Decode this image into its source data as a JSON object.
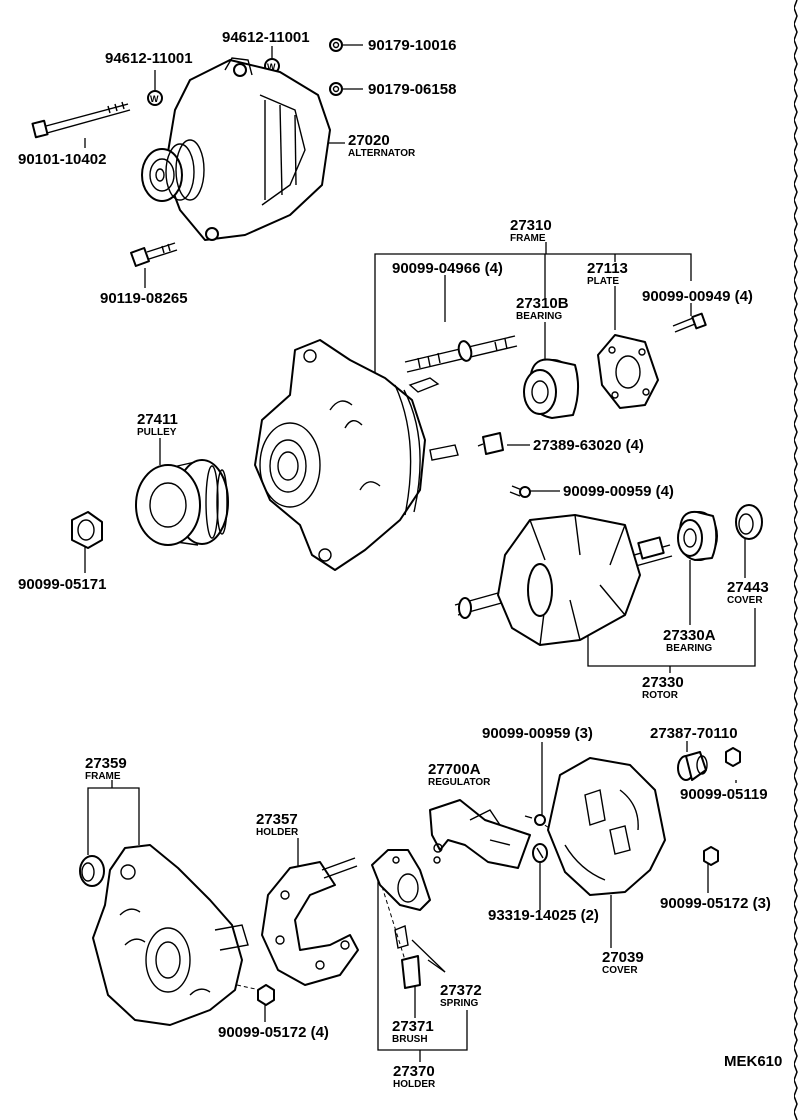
{
  "diagram": {
    "code": "MEK610",
    "labels": [
      {
        "id": "94612-11001-a",
        "number": "94612-11001",
        "name": ""
      },
      {
        "id": "94612-11001-b",
        "number": "94612-11001",
        "name": ""
      },
      {
        "id": "90179-10016",
        "number": "90179-10016",
        "name": ""
      },
      {
        "id": "90179-06158",
        "number": "90179-06158",
        "name": ""
      },
      {
        "id": "90101-10402",
        "number": "90101-10402",
        "name": ""
      },
      {
        "id": "27020",
        "number": "27020",
        "name": "ALTERNATOR"
      },
      {
        "id": "90119-08265",
        "number": "90119-08265",
        "name": ""
      },
      {
        "id": "27310",
        "number": "27310",
        "name": "FRAME"
      },
      {
        "id": "90099-04966",
        "number": "90099-04966 (4)",
        "name": ""
      },
      {
        "id": "27113",
        "number": "27113",
        "name": "PLATE"
      },
      {
        "id": "90099-00949",
        "number": "90099-00949 (4)",
        "name": ""
      },
      {
        "id": "27310B",
        "number": "27310B",
        "name": "BEARING"
      },
      {
        "id": "27411",
        "number": "27411",
        "name": "PULLEY"
      },
      {
        "id": "27389-63020",
        "number": "27389-63020 (4)",
        "name": ""
      },
      {
        "id": "90099-00959-4",
        "number": "90099-00959 (4)",
        "name": ""
      },
      {
        "id": "90099-05171",
        "number": "90099-05171",
        "name": ""
      },
      {
        "id": "27443",
        "number": "27443",
        "name": "COVER"
      },
      {
        "id": "27330A",
        "number": "27330A",
        "name": "BEARING"
      },
      {
        "id": "27330",
        "number": "27330",
        "name": "ROTOR"
      },
      {
        "id": "90099-00959-3",
        "number": "90099-00959 (3)",
        "name": ""
      },
      {
        "id": "27387-70110",
        "number": "27387-70110",
        "name": ""
      },
      {
        "id": "27359",
        "number": "27359",
        "name": "FRAME"
      },
      {
        "id": "27700A",
        "number": "27700A",
        "name": "REGULATOR"
      },
      {
        "id": "90099-05119",
        "number": "90099-05119",
        "name": ""
      },
      {
        "id": "27357",
        "number": "27357",
        "name": "HOLDER"
      },
      {
        "id": "93319-14025",
        "number": "93319-14025 (2)",
        "name": ""
      },
      {
        "id": "90099-05172-3",
        "number": "90099-05172 (3)",
        "name": ""
      },
      {
        "id": "27039",
        "number": "27039",
        "name": "COVER"
      },
      {
        "id": "27372",
        "number": "27372",
        "name": "SPRING"
      },
      {
        "id": "90099-05172-4",
        "number": "90099-05172 (4)",
        "name": ""
      },
      {
        "id": "27371",
        "number": "27371",
        "name": "BRUSH"
      },
      {
        "id": "27370",
        "number": "27370",
        "name": "HOLDER"
      }
    ]
  }
}
